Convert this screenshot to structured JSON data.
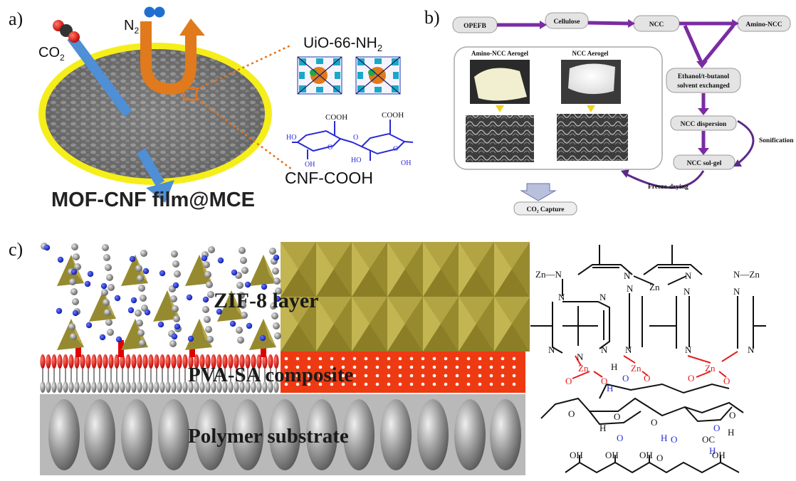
{
  "panels": {
    "a": {
      "label": "a)",
      "co2": "CO",
      "co2_sub": "2",
      "n2": "N",
      "n2_sub": "2",
      "uio_main": "UiO-66-NH",
      "uio_sub": "2",
      "cnf": "CNF-COOH",
      "film": "MOF-CNF film@MCE",
      "cooh1": "COOH",
      "cooh2": "COOH",
      "ho1": "HO",
      "ho2": "HO",
      "oh1": "OH",
      "oh2": "OH",
      "o1": "O",
      "o2": "O",
      "o3": "O"
    },
    "b": {
      "label": "b)",
      "opefb": "OPEFB",
      "cellulose": "Cellulose",
      "ncc": "NCC",
      "amino_ncc": "Amino-NCC",
      "amino_aerogel": "Amino-NCC Aerogel",
      "ncc_aerogel": "NCC Aerogel",
      "solvent_1": "Ethanol/t-butanol",
      "solvent_2": "solvent exchanged",
      "dispersion": "NCC dispersion",
      "solgel": "NCC sol-gel",
      "sonification": "Sonification",
      "freeze": "Freeze-drying",
      "capture": "CO₂ Capture"
    },
    "c": {
      "label": "c)",
      "zif_layer": "ZIF-8 layer",
      "pva_layer": "PVA-SA composite",
      "substrate": "Polymer substrate",
      "zn": "Zn",
      "n": "N",
      "o": "O",
      "h": "H",
      "oh": "OH",
      "coc": "OC",
      "dash_zn": "N—Zn",
      "zn_dash": "Zn—N"
    }
  },
  "colors": {
    "arrow_purple": "#7a2ca3",
    "film_yellow": "#f5ee1a",
    "co2_arrow": "#4f8fd6",
    "n2_arrow": "#e07a1c",
    "zif_olive": "#a89a3a",
    "pva_red": "#ee3a12",
    "substrate_gray": "#b9b9b9",
    "blue_text": "#2a2ad8",
    "red_text": "#e41c1c"
  }
}
